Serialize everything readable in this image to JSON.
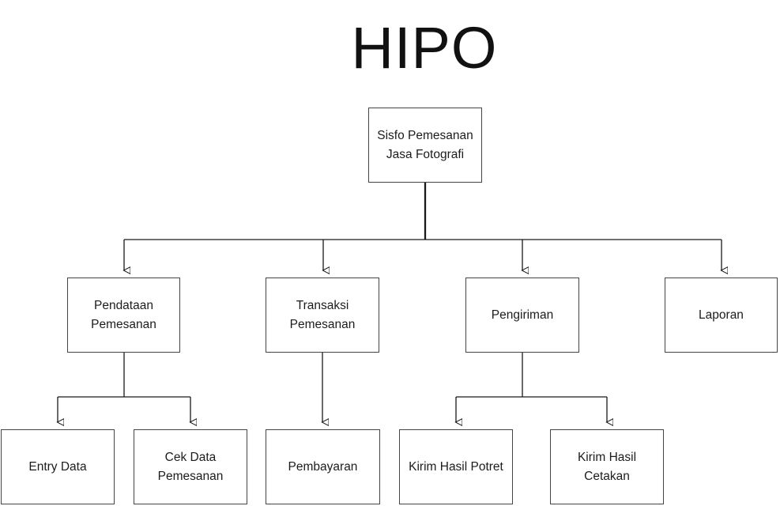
{
  "title": "HIPO",
  "colors": {
    "background": "#ffffff",
    "line": "#1a1a1a",
    "box_border": "#454545",
    "text": "#1c1c1c"
  },
  "nodes": {
    "root": {
      "label": "Sisfo Pemesanan\nJasa Fotografi"
    },
    "pendataan": {
      "label": "Pendataan\nPemesanan"
    },
    "transaksi": {
      "label": "Transaksi\nPemesanan"
    },
    "pengiriman": {
      "label": "Pengiriman"
    },
    "laporan": {
      "label": "Laporan"
    },
    "entry": {
      "label": "Entry Data"
    },
    "cek": {
      "label": "Cek Data\nPemesanan"
    },
    "pembayaran": {
      "label": "Pembayaran"
    },
    "potret": {
      "label": "Kirim Hasil Potret"
    },
    "cetakan": {
      "label": "Kirim Hasil\nCetakan"
    }
  },
  "edges": [
    {
      "from": "Sisfo Pemesanan Jasa Fotografi",
      "to": "Pendataan Pemesanan"
    },
    {
      "from": "Sisfo Pemesanan Jasa Fotografi",
      "to": "Transaksi Pemesanan"
    },
    {
      "from": "Sisfo Pemesanan Jasa Fotografi",
      "to": "Pengiriman"
    },
    {
      "from": "Sisfo Pemesanan Jasa Fotografi",
      "to": "Laporan"
    },
    {
      "from": "Pendataan Pemesanan",
      "to": "Entry Data"
    },
    {
      "from": "Pendataan Pemesanan",
      "to": "Cek Data Pemesanan"
    },
    {
      "from": "Transaksi Pemesanan",
      "to": "Pembayaran"
    },
    {
      "from": "Pengiriman",
      "to": "Kirim Hasil Potret"
    },
    {
      "from": "Pengiriman",
      "to": "Kirim Hasil Cetakan"
    }
  ]
}
